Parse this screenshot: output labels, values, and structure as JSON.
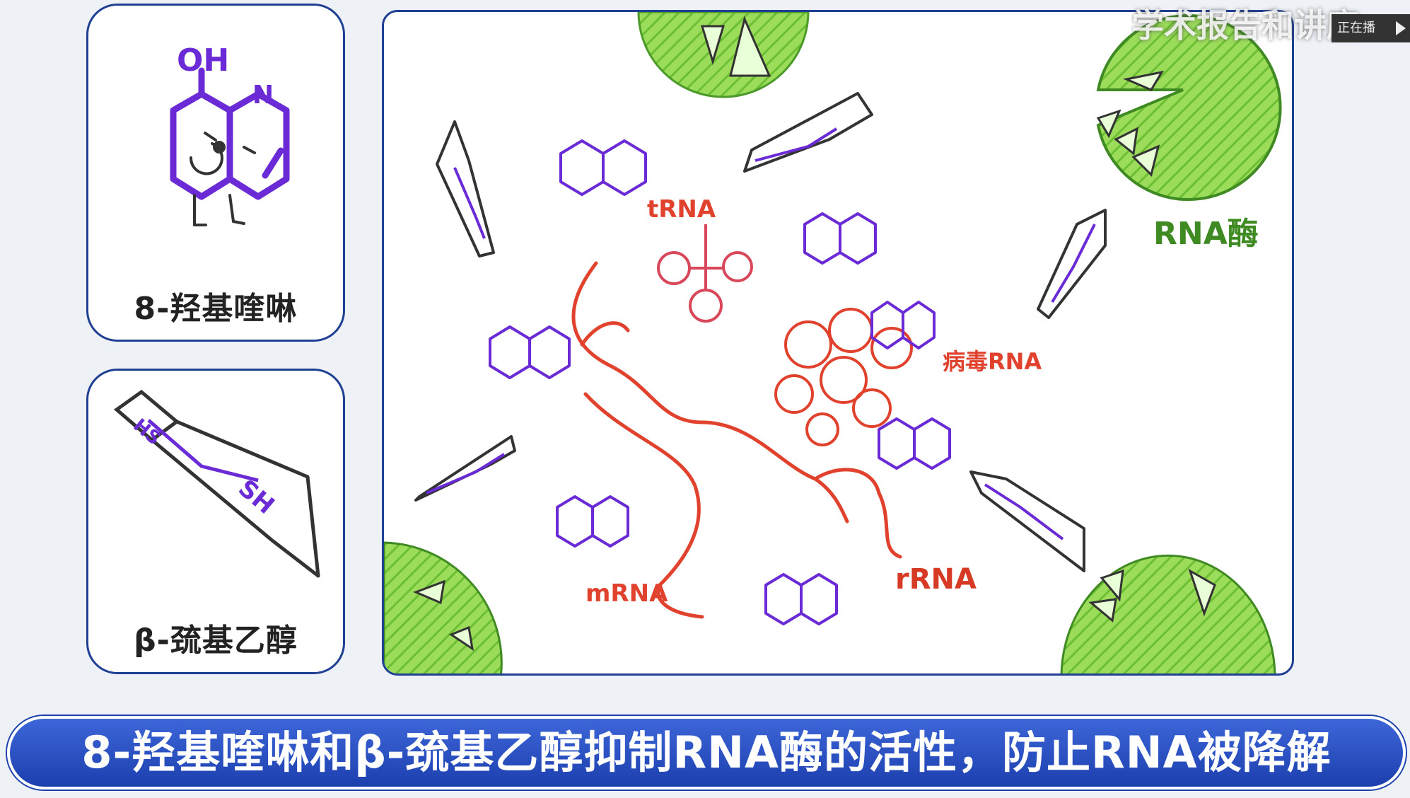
{
  "cards": [
    {
      "caption": "8-羟基喹啉"
    },
    {
      "caption": "β-巯基乙醇"
    }
  ],
  "molecule": {
    "oh": "OH",
    "n": "N",
    "hs": "HS",
    "sh": "SH"
  },
  "scene_labels": {
    "trna": "tRNA",
    "mrna": "mRNA",
    "rrna": "rRNA",
    "viral_rna": "病毒RNA",
    "rnase": "RNA酶"
  },
  "banner": "8-羟基喹啉和β-巯基乙醇抑制RNA酶的活性，防止RNA被降解",
  "watermark": {
    "title": "学术报告和讲座",
    "badge": "正在播"
  },
  "colors": {
    "purple": "#6a2bd6",
    "red": "#e0422e",
    "green": "#6fc83a",
    "navy": "#1f3f93"
  }
}
